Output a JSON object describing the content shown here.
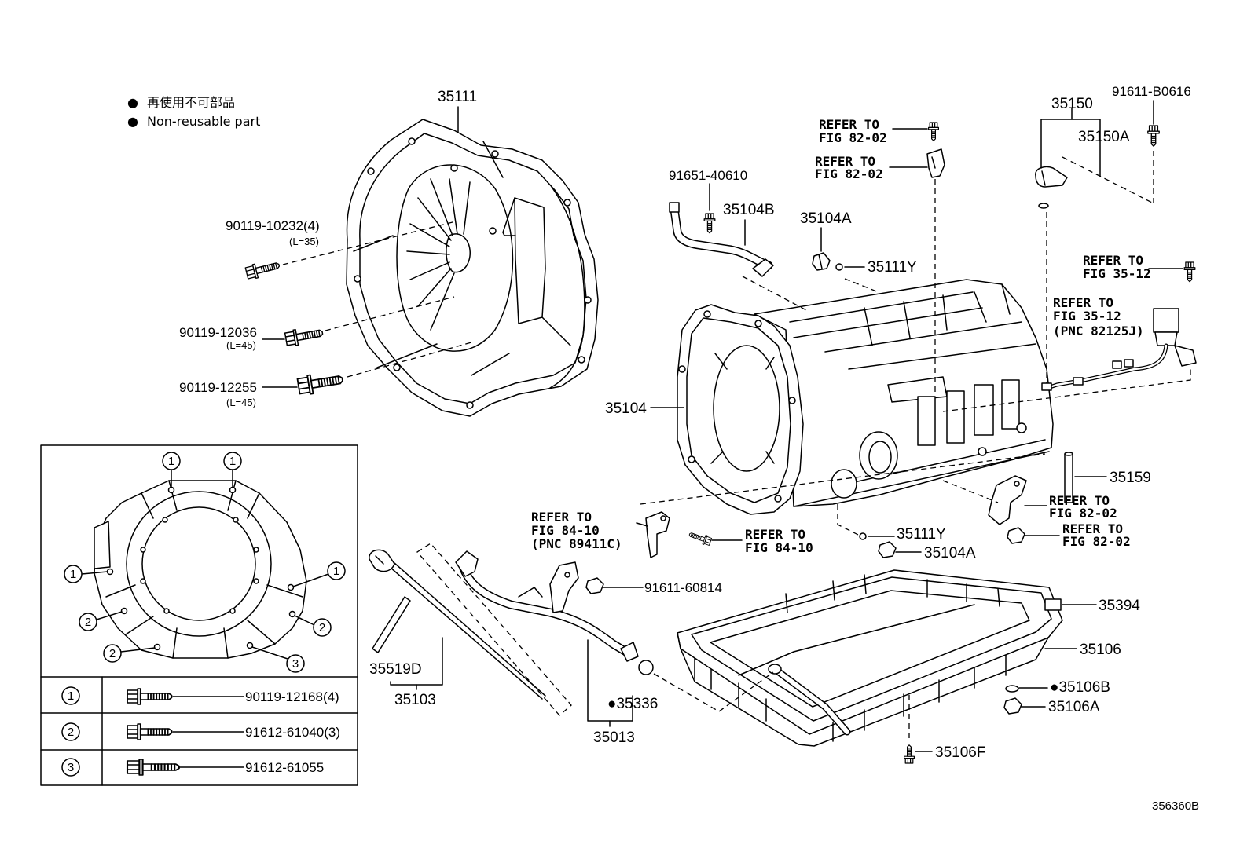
{
  "legend": {
    "bullet_jp": "●",
    "text_jp": "再使用不可部品",
    "bullet_en": "●",
    "text_en": "Non-reusable part"
  },
  "labels": {
    "bell_housing": "35111",
    "bolt_10232": "90119-10232(4)",
    "bolt_10232_len": "(L=35)",
    "bolt_12036": "90119-12036",
    "bolt_12036_len": "(L=45)",
    "bolt_12255": "90119-12255",
    "bolt_12255_len": "(L=45)",
    "case": "35104",
    "bolt_40610": "91651-40610",
    "pipe": "35104B",
    "plug_upper": "35104A",
    "oring_upper": "35111Y",
    "solenoid": "35150",
    "solenoid_bolt": "91611-B0616",
    "solenoid_a": "35150A",
    "pin": "35159",
    "oring_lower": "35111Y",
    "plug_lower": "35104A",
    "tube_bolt": "91611-60814",
    "magnet": "35394",
    "pan": "35106",
    "gasket": "●35106B",
    "drain_plug": "35106A",
    "pan_bolt": "35106F",
    "dipstick_guide": "35519D",
    "dipstick": "35103",
    "tube_oring": "●35336",
    "tube": "35013"
  },
  "refers": [
    {
      "l1": "REFER TO",
      "l2": "FIG 82-02"
    },
    {
      "l1": "REFER TO",
      "l2": "FIG 82-02"
    },
    {
      "l1": "REFER TO",
      "l2": "FIG 35-12"
    },
    {
      "l1": "REFER TO",
      "l2": "FIG 35-12",
      "l3": "(PNC 82125J)"
    },
    {
      "l1": "REFER TO",
      "l2": "FIG 82-02"
    },
    {
      "l1": "REFER TO",
      "l2": "FIG 82-02"
    },
    {
      "l1": "REFER TO",
      "l2": "FIG 84-10",
      "l3": "(PNC 89411C)"
    },
    {
      "l1": "REFER TO",
      "l2": "FIG 84-10"
    }
  ],
  "inset": {
    "markers": [
      "1",
      "1",
      "1",
      "1",
      "2",
      "2",
      "2",
      "3"
    ],
    "table": [
      {
        "key": "1",
        "part": "90119-12168(4)"
      },
      {
        "key": "2",
        "part": "91612-61040(3)"
      },
      {
        "key": "3",
        "part": "91612-61055"
      }
    ]
  },
  "figure_code": "356360B"
}
